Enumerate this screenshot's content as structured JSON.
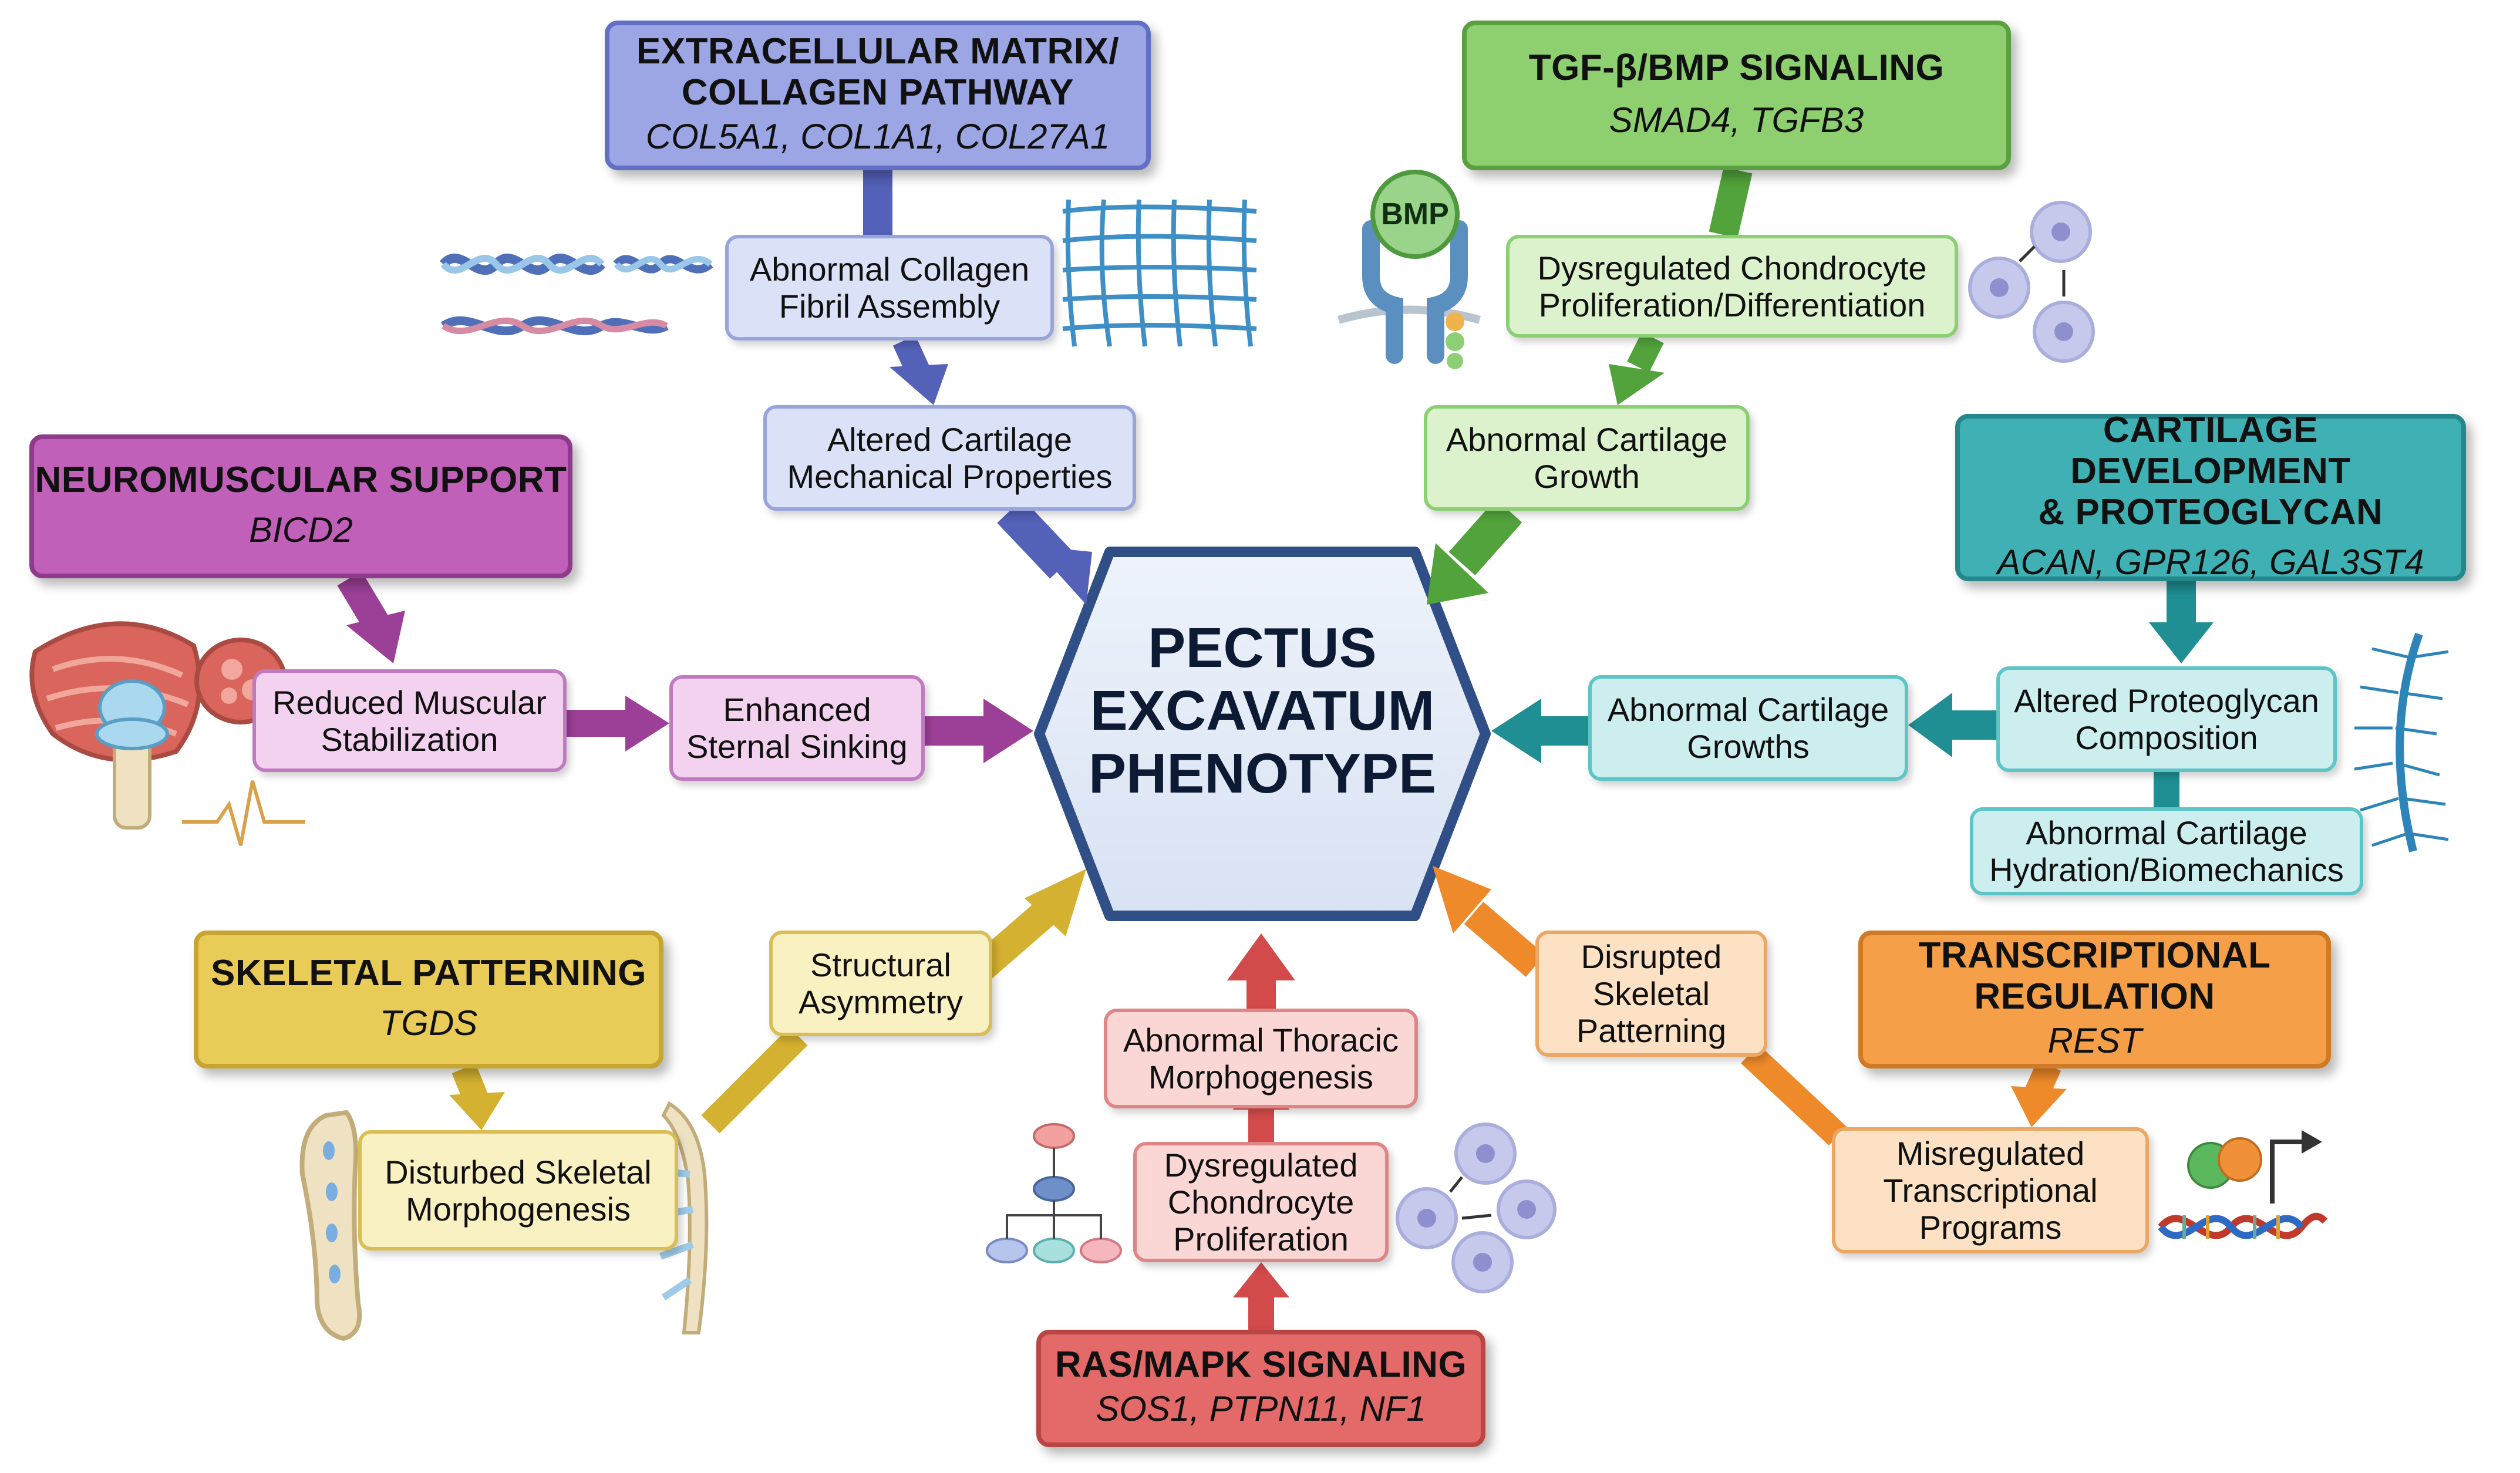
{
  "center": {
    "lines": [
      "PECTUS",
      "EXCAVATUM",
      "PHENOTYPE"
    ]
  },
  "headers": {
    "ecm": {
      "title_lines": [
        "EXTRACELLULAR MATRIX/",
        "COLLAGEN PATHWAY"
      ],
      "genes": "COL5A1, COL1A1, COL27A1"
    },
    "tgf": {
      "title_lines": [
        "TGF-β/BMP SIGNALING"
      ],
      "genes": "SMAD4, TGFB3"
    },
    "neuro": {
      "title_lines": [
        "NEUROMUSCULAR SUPPORT"
      ],
      "genes": "BICD2"
    },
    "cartilage": {
      "title_lines": [
        "CARTILAGE DEVELOPMENT",
        "& PROTEOGLYCAN"
      ],
      "genes": "ACAN, GPR126, GAL3ST4"
    },
    "skeletal": {
      "title_lines": [
        "SKELETAL PATTERNING"
      ],
      "genes": "TGDS"
    },
    "transcription": {
      "title_lines": [
        "TRANSCRIPTIONAL",
        "REGULATION"
      ],
      "genes": "REST"
    },
    "rasmapk": {
      "title_lines": [
        "RAS/MAPK SIGNALING"
      ],
      "genes": "SOS1, PTPN11, NF1"
    }
  },
  "mechanisms": {
    "collagen_fibril": [
      "Abnormal Collagen",
      "Fibril Assembly"
    ],
    "cartilage_mechanical": [
      "Altered Cartilage",
      "Mechanical Properties"
    ],
    "chondrocyte_prolif_diff": [
      "Dysregulated Chondrocyte",
      "Proliferation/Differentiation"
    ],
    "cartilage_growth_top": [
      "Abnormal Cartilage",
      "Growth"
    ],
    "muscular_stabilization": [
      "Reduced Muscular",
      "Stabilization"
    ],
    "sternal_sinking": [
      "Enhanced",
      "Sternal Sinking"
    ],
    "proteoglycan": [
      "Altered Proteoglycan",
      "Composition"
    ],
    "cartilage_growths_right": [
      "Abnormal Cartilage",
      "Growths"
    ],
    "hydration": [
      "Abnormal Cartilage",
      "Hydration/Biomechanics"
    ],
    "structural_asymmetry": [
      "Structural",
      "Asymmetry"
    ],
    "skeletal_morphogenesis": [
      "Disturbed Skeletal",
      "Morphogenesis"
    ],
    "thoracic_morphogenesis": [
      "Abnormal Thoracic",
      "Morphogenesis"
    ],
    "chondrocyte_prolif": [
      "Dysregulated",
      "Chondrocyte",
      "Proliferation"
    ],
    "skeletal_patterning_disrupted": [
      "Disrupted",
      "Skeletal",
      "Patterning"
    ],
    "transcriptional_programs": [
      "Misregulated",
      "Transcriptional",
      "Programs"
    ]
  },
  "icon_text": {
    "bmp": "BMP"
  },
  "colors": {
    "purple": "#9b3f97",
    "blue": "#5461b8",
    "green": "#52a33b",
    "teal": "#1f8f93",
    "gold": "#d4b130",
    "red": "#d24a4a",
    "orange": "#ee8a2a",
    "center_fill": "#e4ebf7",
    "center_border": "#2f4f86"
  },
  "icons": [
    "collagen-fibril-icon",
    "collagen-mesh-icon",
    "bmp-receptor-icon",
    "cell-division-icon",
    "muscle-knee-icon",
    "proteoglycan-icon",
    "bone-icon",
    "rib-icon",
    "signaling-tree-icon",
    "cell-proliferation-icon",
    "dna-transcription-icon"
  ]
}
